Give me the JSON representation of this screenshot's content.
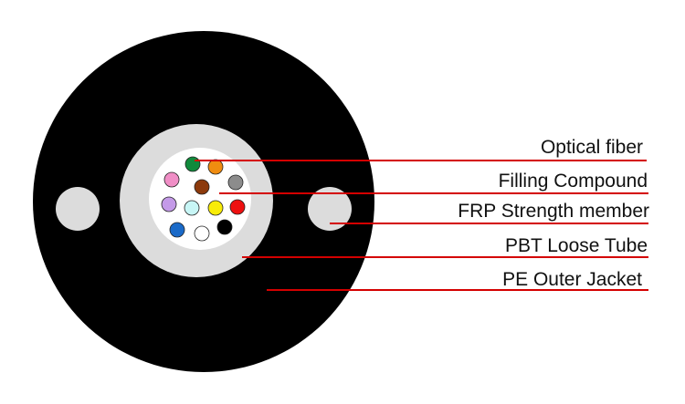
{
  "colors": {
    "jacket": "#000000",
    "tube": "#dcdcdc",
    "filling": "#ffffff",
    "frp": "#dcdcdc",
    "leader": "#d40000"
  },
  "fibers": [
    {
      "name": "green",
      "color": "#118a3c"
    },
    {
      "name": "orange",
      "color": "#f08c10"
    },
    {
      "name": "gray",
      "color": "#8c8c8c"
    },
    {
      "name": "pink",
      "color": "#f08ec6"
    },
    {
      "name": "brown",
      "color": "#8c3a0c"
    },
    {
      "name": "violet",
      "color": "#c49ae8"
    },
    {
      "name": "aqua",
      "color": "#c8f6f6"
    },
    {
      "name": "yellow",
      "color": "#f8ec08"
    },
    {
      "name": "red",
      "color": "#ee1010"
    },
    {
      "name": "blue",
      "color": "#1a6ac8"
    },
    {
      "name": "white",
      "color": "#ffffff"
    },
    {
      "name": "black",
      "color": "#000000"
    }
  ],
  "labels": {
    "optical_fiber": "Optical fiber",
    "filling_compound": "Filling Compound",
    "frp_strength_member": "FRP Strength member",
    "pbt_loose_tube": "PBT Loose Tube",
    "pe_outer_jacket": "PE Outer Jacket"
  }
}
